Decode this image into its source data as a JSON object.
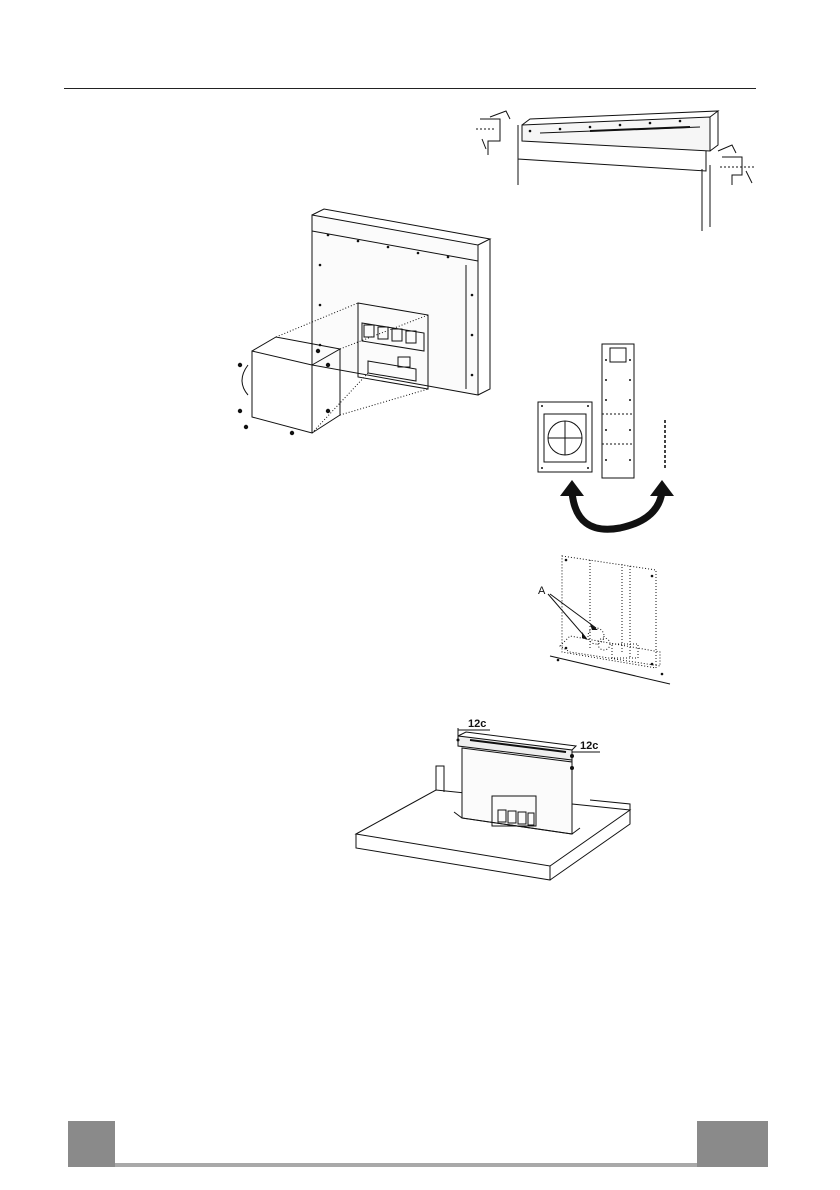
{
  "figures": {
    "figure_mount": {
      "title": ""
    },
    "figure_motor": {
      "title": ""
    },
    "figure_duct": {
      "title": ""
    },
    "figure_detail": {
      "label_a": "A"
    },
    "figure_install": {
      "dim_left": "12c",
      "dim_right": "12c"
    }
  },
  "colors": {
    "footer_block": "#8a8a8a",
    "footer_line": "#a9a9a9",
    "line": "#111111"
  }
}
